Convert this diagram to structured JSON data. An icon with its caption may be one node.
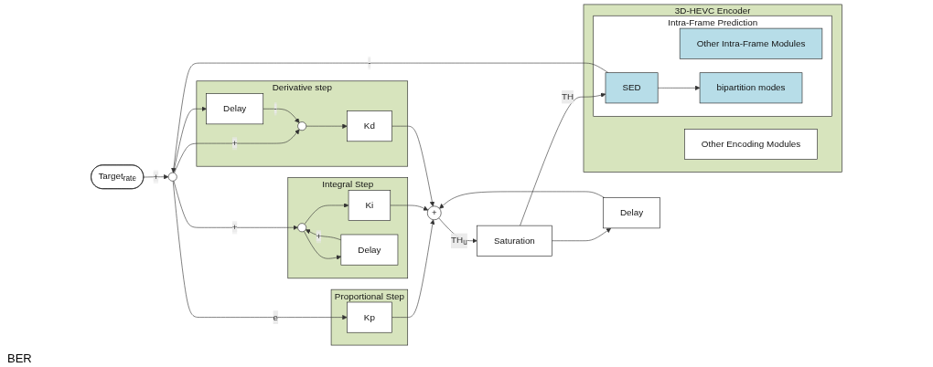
{
  "diagram": {
    "nodes": [
      {
        "text": [
          "Target$_{rate}$"
        ]
      },
      {
        "text": [],
        "shape": "circle"
      },
      {
        "text": [
          "Proportional Step"
        ]
      },
      {
        "text": [
          "Kp"
        ],
        "in": 2
      },
      {
        "text": [
          "Integral Step"
        ]
      },
      {
        "text": [],
        "shape": "circle",
        "in": 4
      },
      {
        "text": [
          "Ki"
        ],
        "in": 4
      },
      {
        "text": [
          "Delay"
        ],
        "in": 4
      },
      {
        "text": [
          "Derivative step"
        ]
      },
      {
        "text": [
          "Delay"
        ],
        "in": 8
      },
      {
        "text": [],
        "shape": "circle",
        "in": 8
      },
      {
        "text": [
          "Kd"
        ],
        "in": 8
      },
      {
        "text": [
          "+"
        ]
      },
      {
        "text": [
          "Delay"
        ]
      },
      {
        "text": [
          "Saturation"
        ]
      },
      {
        "text": [
          "3D-HEVC Encoder"
        ]
      },
      {
        "text": [
          "Other Encoding Modules"
        ],
        "in": 15
      },
      {
        "text": [
          "Intra-Frame Prediction"
        ],
        "in": 15
      },
      {
        "text": [
          "Other Intra-Frame Modules"
        ],
        "in": 17
      },
      {
        "text": [
          "SED"
        ],
        "in": 17
      },
      {
        "text": [
          "bipartition modes"
        ],
        "in": 17
      }
    ],
    "edges": [
      {
        "from": 0,
        "to": 1,
        "arrow": "to",
        "label": "+"
      },
      {
        "from": 1,
        "to": 3,
        "arrow": "to",
        "label": "e"
      },
      {
        "from": 1,
        "to": 5,
        "arrow": "to",
        "label": "+"
      },
      {
        "from": 1,
        "to": 10,
        "arrow": "to",
        "label": "+"
      },
      {
        "from": 1,
        "to": 9,
        "arrow": "to"
      },
      {
        "from": 5,
        "to": 6,
        "arrow": "to"
      },
      {
        "from": 5,
        "to": 7,
        "arrow": "to"
      },
      {
        "from": 7,
        "to": 5,
        "arrow": "to",
        "label": "+"
      },
      {
        "from": 9,
        "to": 10,
        "arrow": "to",
        "label": "-"
      },
      {
        "from": 10,
        "to": 11,
        "arrow": "to"
      },
      {
        "from": 3,
        "to": 12,
        "arrow": "to"
      },
      {
        "from": 6,
        "to": 12,
        "arrow": "to"
      },
      {
        "from": 11,
        "to": 12,
        "arrow": "to"
      },
      {
        "from": 13,
        "to": 12,
        "arrow": "to"
      },
      {
        "from": 12,
        "to": 14,
        "arrow": "to",
        "label": "TH$_{u}$"
      },
      {
        "from": 14,
        "to": 19,
        "arrow": "to",
        "label": "TH"
      },
      {
        "from": 14,
        "to": 13,
        "arrow": "to"
      },
      {
        "from": 19,
        "to": 20,
        "arrow": "to"
      },
      {
        "from": 19,
        "to": 1,
        "arrow": "to",
        "label": "-"
      }
    ],
    "labels": [
      "BER"
    ]
  }
}
